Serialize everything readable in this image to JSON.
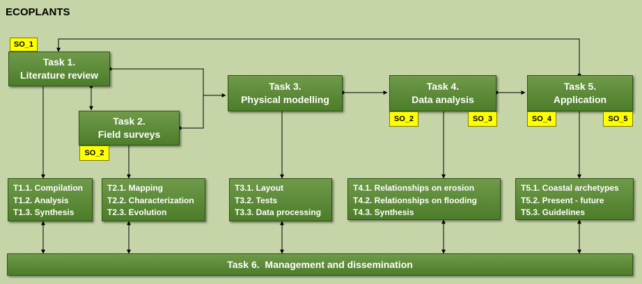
{
  "title": "ECOPLANTS",
  "tasks": {
    "t1": {
      "line1": "Task 1.",
      "line2": "Literature review"
    },
    "t2": {
      "line1": "Task 2.",
      "line2": "Field surveys"
    },
    "t3": {
      "line1": "Task 3.",
      "line2": "Physical modelling"
    },
    "t4": {
      "line1": "Task 4.",
      "line2": "Data analysis"
    },
    "t5": {
      "line1": "Task 5.",
      "line2": "Application"
    }
  },
  "subtasks": {
    "t1": [
      "T1.1. Compilation",
      "T1.2. Analysis",
      "T1.3. Synthesis"
    ],
    "t2": [
      "T2.1. Mapping",
      "T2.2. Characterization",
      "T2.3. Evolution"
    ],
    "t3": [
      "T3.1. Layout",
      "T3.2. Tests",
      "T3.3. Data processing"
    ],
    "t4": [
      "T4.1. Relationships on erosion",
      "T4.2. Relationships on flooding",
      "T4.3. Synthesis"
    ],
    "t5": [
      "T5.1. Coastal archetypes",
      "T5.2. Present - future",
      "T5.3. Guidelines"
    ]
  },
  "objectives": {
    "so1": "SO_1",
    "so2_t2": "SO_2",
    "so2_t4": "SO_2",
    "so3": "SO_3",
    "so4": "SO_4",
    "so5": "SO_5"
  },
  "management": "Task 6.  Management and dissemination"
}
